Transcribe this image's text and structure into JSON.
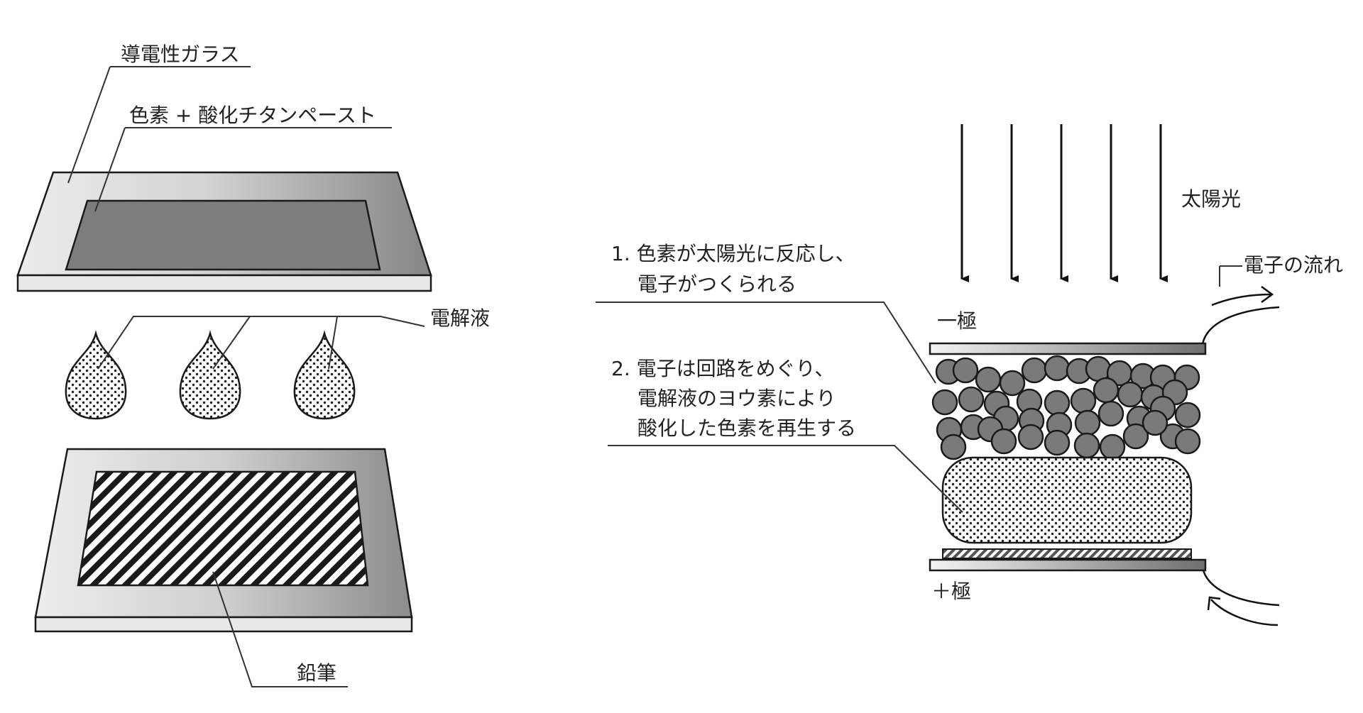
{
  "left": {
    "glass_label": "導電性ガラス",
    "paste_label": "色素 + 酸化チタンペースト",
    "electrolyte_label": "電解液",
    "pencil_label": "鉛筆"
  },
  "right": {
    "sunlight_label": "太陽光",
    "flow_label": "電子の流れ",
    "neg_label": "一極",
    "pos_label": "＋極",
    "step1_line1": "1. 色素が太陽光に反応し、",
    "step1_line2": "電子がつくられる",
    "step2_line1": "2. 電子は回路をめぐり、",
    "step2_line2": "電解液のヨウ素により",
    "step2_line3": "酸化した色素を再生する"
  },
  "colors": {
    "glass_light": "#e6e6e6",
    "glass_dark": "#8a8a8a",
    "paste": "#7b7b7b",
    "particle": "#7a7a7a",
    "outline": "#1a1a1a"
  }
}
